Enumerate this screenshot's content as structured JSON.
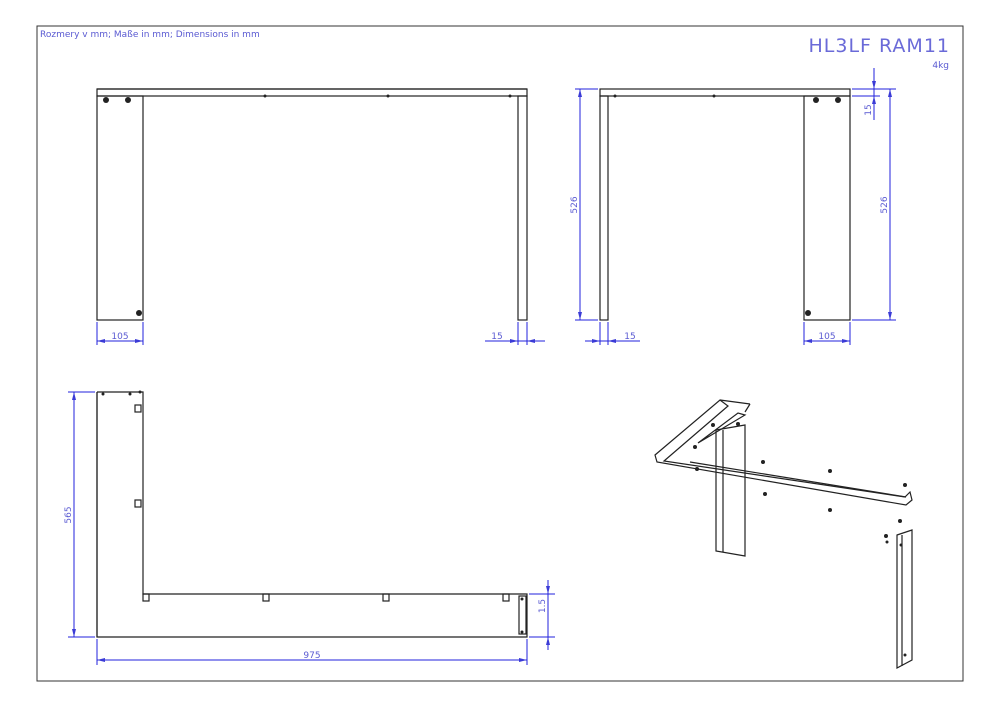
{
  "header": {
    "units_note": "Rozmery v mm; Maße in mm; Dimensions in mm",
    "title": "HL3LF RAM11",
    "weight": "4kg"
  },
  "front_view": {
    "dim_width_left": "105",
    "dim_width_right": "15"
  },
  "side_view": {
    "dim_height_left": "526",
    "dim_height_right": "526",
    "dim_top": "15",
    "dim_width_left": "15",
    "dim_width_right": "105"
  },
  "plan_view": {
    "dim_height": "565",
    "dim_length": "975",
    "dim_small": "1.5"
  },
  "colors": {
    "dimension": "#2222dd",
    "outline": "#222222",
    "text": "#5a5ad2"
  }
}
